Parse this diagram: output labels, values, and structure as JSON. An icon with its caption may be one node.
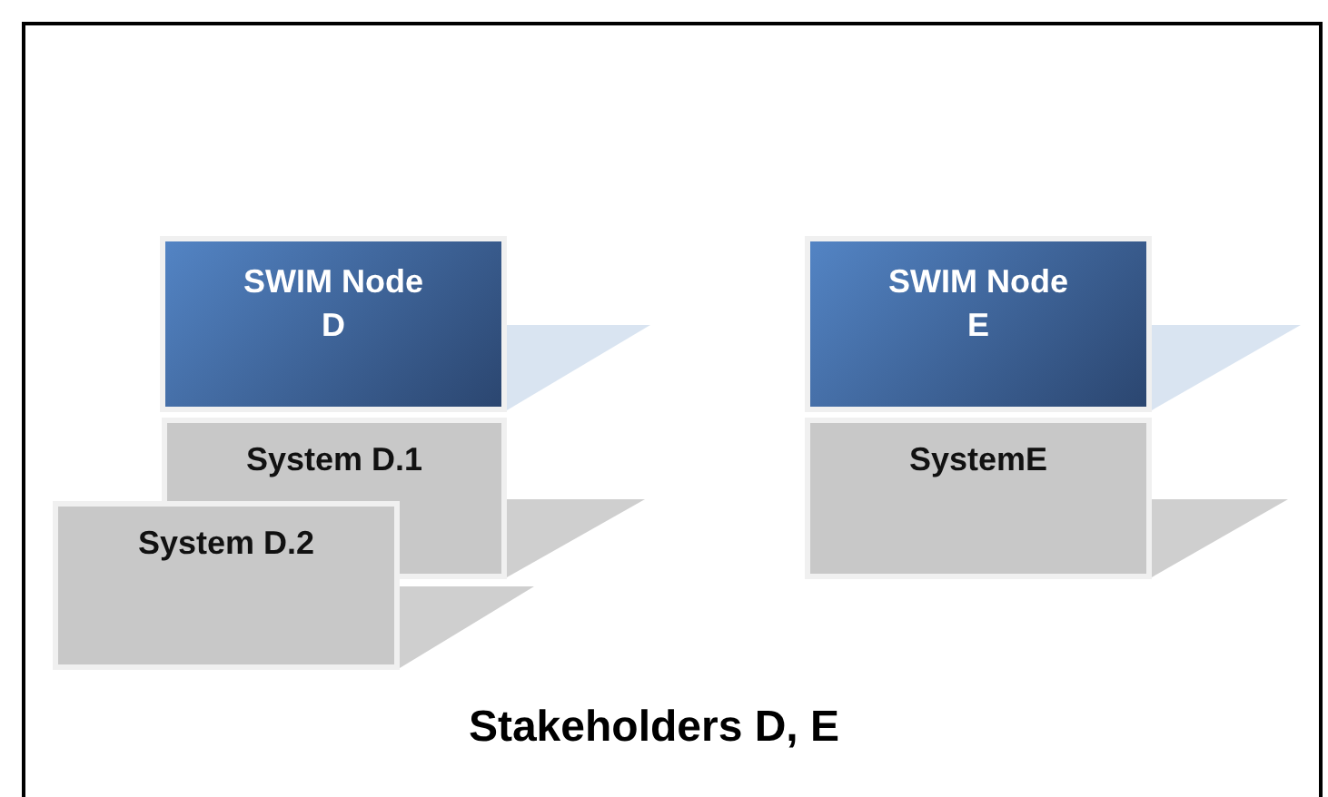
{
  "diagram": {
    "nodes": [
      {
        "text": [
          "SWIM Node D"
        ]
      },
      {
        "text": [
          "System D.1"
        ]
      },
      {
        "text": [
          "System D.2"
        ]
      },
      {
        "text": [
          "SWIM Node E"
        ]
      },
      {
        "text": [
          "SystemE"
        ]
      }
    ],
    "labels": [
      "Stakeholders D, E"
    ]
  }
}
